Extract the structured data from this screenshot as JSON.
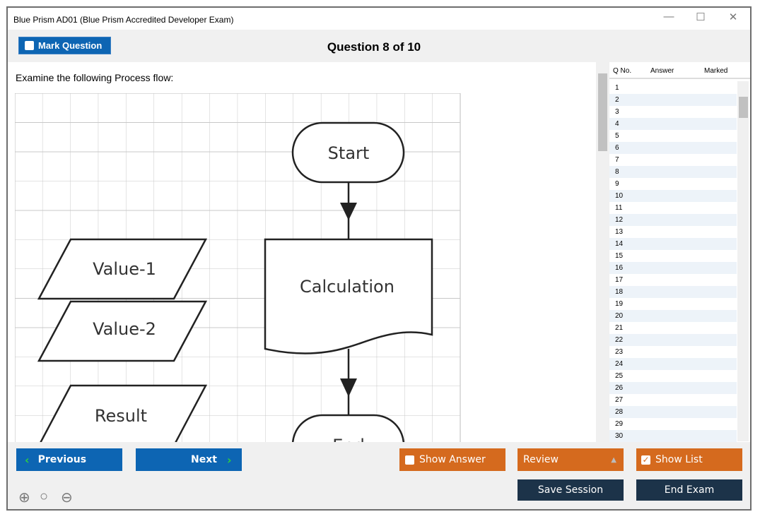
{
  "window": {
    "title": "Blue Prism AD01 (Blue Prism Accredited Developer Exam)",
    "minimize": "—",
    "maximize": "☐",
    "close": "✕"
  },
  "toolbar": {
    "mark_label": "Mark Question",
    "question_title": "Question 8 of 10"
  },
  "question": {
    "prompt": "Examine the following Process flow:",
    "flow": {
      "start": "Start",
      "calc": "Calculation",
      "end": "End",
      "value1": "Value-1",
      "value2": "Value-2",
      "result": "Result"
    }
  },
  "list": {
    "headers": {
      "qno": "Q No.",
      "answer": "Answer",
      "marked": "Marked"
    },
    "rows": [
      "1",
      "2",
      "3",
      "4",
      "5",
      "6",
      "7",
      "8",
      "9",
      "10",
      "11",
      "12",
      "13",
      "14",
      "15",
      "16",
      "17",
      "18",
      "19",
      "20",
      "21",
      "22",
      "23",
      "24",
      "25",
      "26",
      "27",
      "28",
      "29",
      "30"
    ]
  },
  "bottom": {
    "previous": "Previous",
    "next": "Next",
    "show_answer": "Show Answer",
    "show_answer_checked": false,
    "review": "Review",
    "show_list": "Show List",
    "show_list_checked": true,
    "save_session": "Save Session",
    "end_exam": "End Exam"
  },
  "colors": {
    "blue": "#0d65b3",
    "orange": "#d56a1e",
    "dark": "#1c3349"
  }
}
